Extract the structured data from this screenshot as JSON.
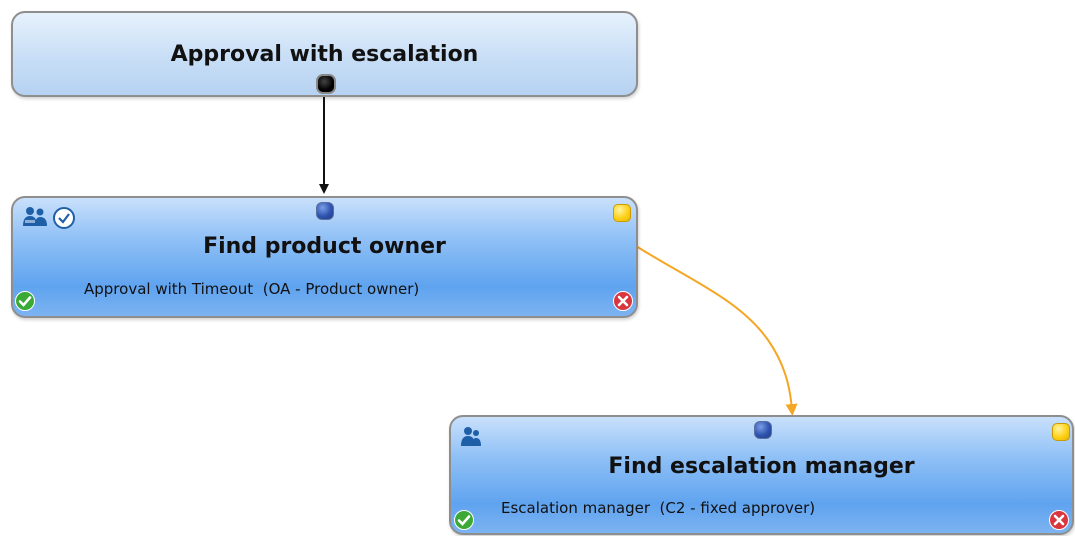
{
  "diagram": {
    "nodes": {
      "start": {
        "title": "Approval with escalation"
      },
      "find_owner": {
        "title": "Find product owner",
        "subtitle": "Approval with Timeout  (OA - Product owner)",
        "icons": [
          "users-icon",
          "clock-icon"
        ]
      },
      "find_escalation": {
        "title": "Find escalation manager",
        "subtitle": "Escalation manager  (C2 - fixed approver)",
        "icons": [
          "users-icon"
        ]
      }
    },
    "edges": [
      {
        "from": "start",
        "to": "find_owner",
        "color": "#111111"
      },
      {
        "from": "find_owner",
        "to": "find_escalation",
        "color": "#f5a623"
      }
    ],
    "colors": {
      "success": "#3aa935",
      "failure": "#d9363e",
      "timeout_port": "#ffd21a",
      "input_port": "#2f54b0",
      "escalation_edge": "#f5a623"
    }
  }
}
